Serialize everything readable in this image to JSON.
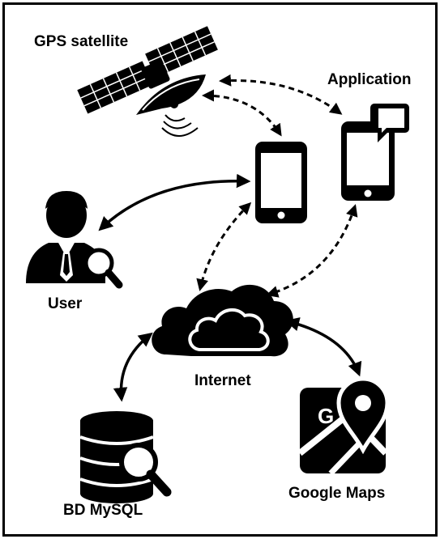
{
  "labels": {
    "gps_satellite": "GPS satellite",
    "application": "Application",
    "user": "User",
    "internet": "Internet",
    "database": "BD MySQL",
    "google_maps": "Google Maps"
  },
  "colors": {
    "ink": "#000000",
    "background": "#ffffff"
  }
}
